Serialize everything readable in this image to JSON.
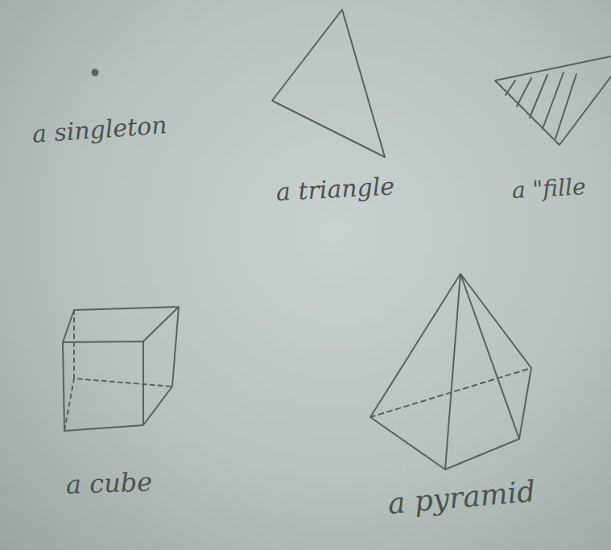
{
  "diagram": {
    "labels": [
      "a singleton",
      "a triangle",
      "a \"fille",
      "a cube",
      "a pyramid"
    ]
  }
}
